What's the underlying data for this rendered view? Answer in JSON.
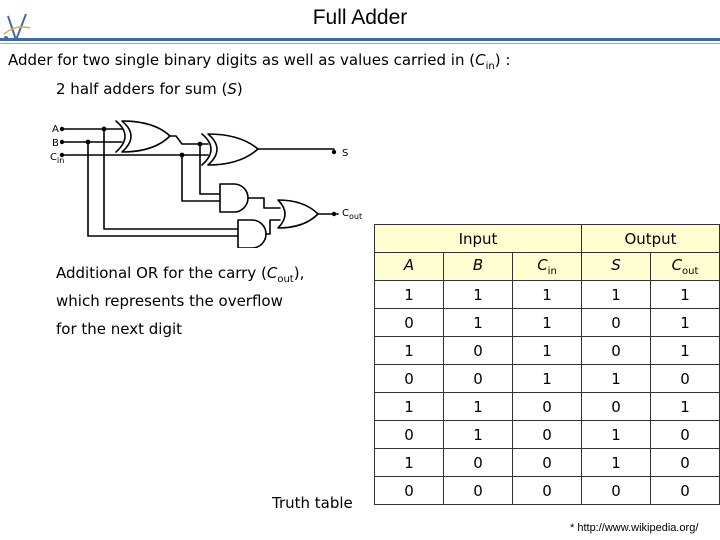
{
  "title": "Full Adder",
  "intro": {
    "pre": "Adder for two single binary digits as well as values carried in (",
    "var": "C",
    "sub": "in",
    "post": ") :"
  },
  "half_adders": {
    "pre": "2 half adders for sum (",
    "var": "S",
    "post": ")"
  },
  "carry_text": {
    "line1_pre": "Additional OR for the carry (",
    "line1_var": "C",
    "line1_sub": "out",
    "line1_post": "),",
    "line2": "which represents the overflow",
    "line3": "for the next digit"
  },
  "truth_table_label": "Truth table",
  "source": "* http://www.wikipedia.org/",
  "circuit": {
    "label_a": "A",
    "label_b": "B",
    "label_cin_main": "C",
    "label_cin_sub": "in",
    "label_s": "S",
    "label_cout_main": "C",
    "label_cout_sub": "out"
  },
  "table": {
    "group_input": "Input",
    "group_output": "Output",
    "columns": [
      {
        "main": "A",
        "sub": ""
      },
      {
        "main": "B",
        "sub": ""
      },
      {
        "main": "C",
        "sub": "in"
      },
      {
        "main": "S",
        "sub": ""
      },
      {
        "main": "C",
        "sub": "out"
      }
    ],
    "rows": [
      [
        "1",
        "1",
        "1",
        "1",
        "1"
      ],
      [
        "0",
        "1",
        "1",
        "0",
        "1"
      ],
      [
        "1",
        "0",
        "1",
        "0",
        "1"
      ],
      [
        "0",
        "0",
        "1",
        "1",
        "0"
      ],
      [
        "1",
        "1",
        "0",
        "0",
        "1"
      ],
      [
        "0",
        "1",
        "0",
        "1",
        "0"
      ],
      [
        "1",
        "0",
        "0",
        "1",
        "0"
      ],
      [
        "0",
        "0",
        "0",
        "0",
        "0"
      ]
    ]
  },
  "colors": {
    "rule": "#3f6ab0",
    "header_bg": "#fefed0"
  }
}
